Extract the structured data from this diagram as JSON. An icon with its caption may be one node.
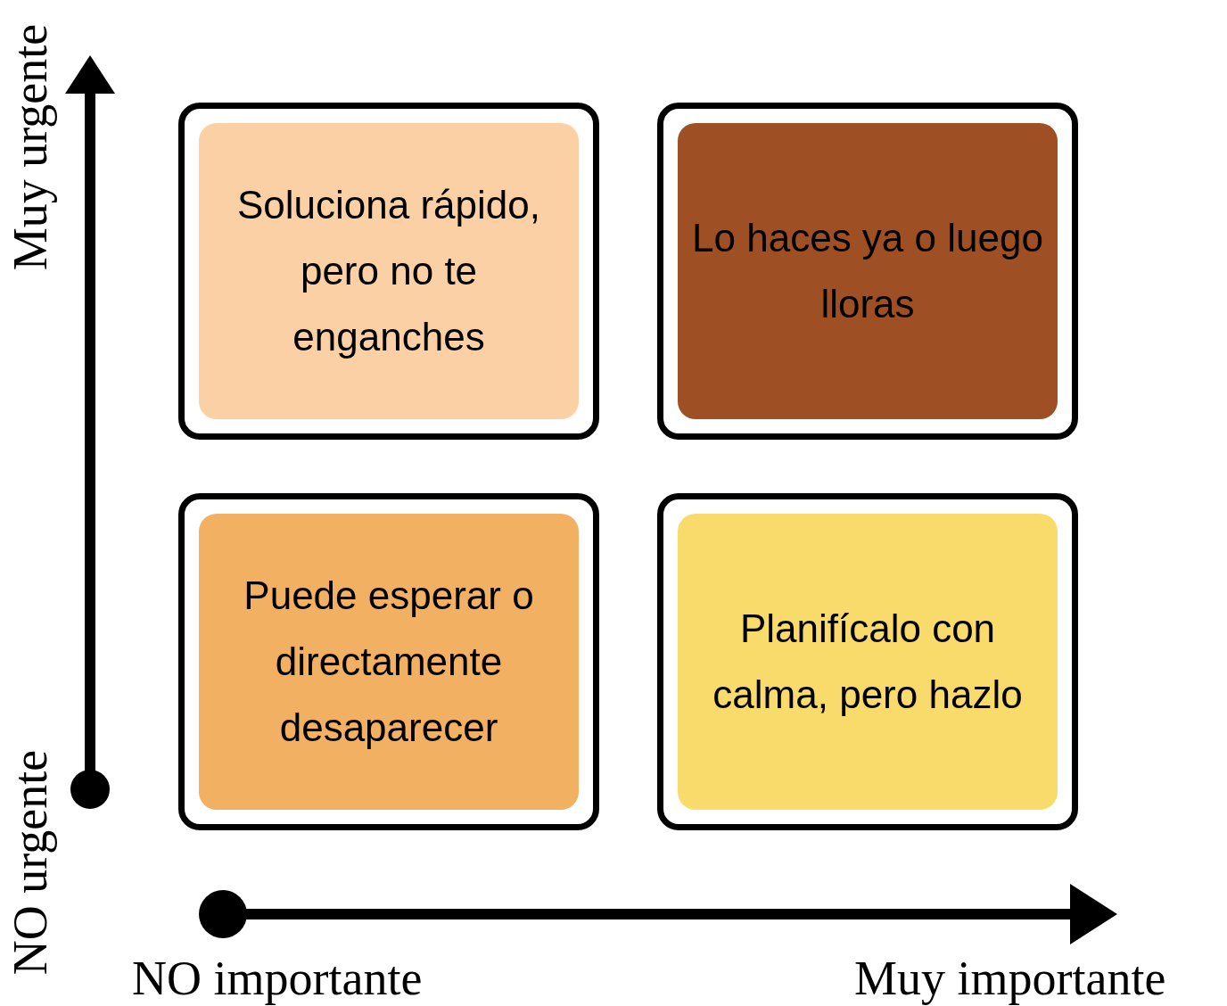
{
  "diagram": {
    "nodes": [
      {
        "text": [
          "Soluciona rápido, pero no te enganches"
        ]
      },
      {
        "text": [
          "Lo haces ya o luego lloras"
        ]
      },
      {
        "text": [
          "Puede esperar o directamente desaparecer"
        ]
      },
      {
        "text": [
          "Planifícalo con calma, pero hazlo"
        ]
      }
    ],
    "edges": [],
    "labels": [
      "Muy urgente",
      "NO urgente",
      "NO importante",
      "Muy importante"
    ]
  }
}
